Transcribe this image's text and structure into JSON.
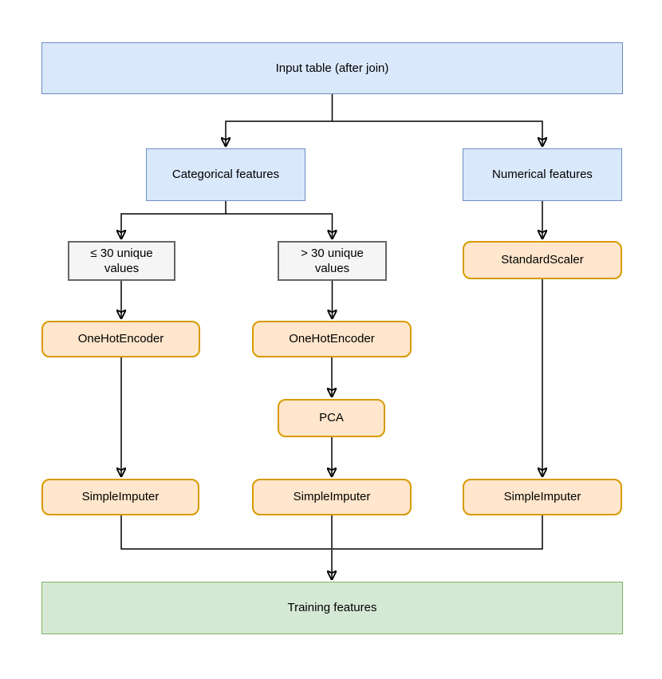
{
  "diagram": {
    "description": "Feature preprocessing pipeline flowchart",
    "nodes": {
      "input_table": {
        "label": "Input table (after join)",
        "style": "blue"
      },
      "categorical": {
        "label": "Categorical features",
        "style": "blue"
      },
      "numerical": {
        "label": "Numerical features",
        "style": "blue"
      },
      "le30": {
        "label": "≤ 30 unique values",
        "style": "gray"
      },
      "gt30": {
        "label": "> 30 unique values",
        "style": "gray"
      },
      "standard_scaler": {
        "label": "StandardScaler",
        "style": "orange"
      },
      "onehot_low": {
        "label": "OneHotEncoder",
        "style": "orange"
      },
      "onehot_high": {
        "label": "OneHotEncoder",
        "style": "orange"
      },
      "pca": {
        "label": "PCA",
        "style": "orange"
      },
      "imputer_low": {
        "label": "SimpleImputer",
        "style": "orange"
      },
      "imputer_high": {
        "label": "SimpleImputer",
        "style": "orange"
      },
      "imputer_num": {
        "label": "SimpleImputer",
        "style": "orange"
      },
      "training": {
        "label": "Training features",
        "style": "green"
      }
    },
    "edges": [
      {
        "from": "input_table",
        "to": "categorical"
      },
      {
        "from": "input_table",
        "to": "numerical"
      },
      {
        "from": "categorical",
        "to": "le30"
      },
      {
        "from": "categorical",
        "to": "gt30"
      },
      {
        "from": "numerical",
        "to": "standard_scaler"
      },
      {
        "from": "le30",
        "to": "onehot_low"
      },
      {
        "from": "gt30",
        "to": "onehot_high"
      },
      {
        "from": "onehot_low",
        "to": "imputer_low"
      },
      {
        "from": "onehot_high",
        "to": "pca"
      },
      {
        "from": "pca",
        "to": "imputer_high"
      },
      {
        "from": "standard_scaler",
        "to": "imputer_num"
      },
      {
        "from": "imputer_low",
        "to": "training"
      },
      {
        "from": "imputer_high",
        "to": "training"
      },
      {
        "from": "imputer_num",
        "to": "training"
      }
    ],
    "colors": {
      "blue_fill": "#dae8fc",
      "blue_border": "#6c8ebf",
      "gray_fill": "#f5f5f5",
      "gray_border": "#666666",
      "orange_fill": "#ffe6cc",
      "orange_border": "#d79b00",
      "green_fill": "#d5e8d4",
      "green_border": "#82b366",
      "edge_line": "#000000",
      "text": "#000000",
      "background": "#ffffff"
    }
  }
}
